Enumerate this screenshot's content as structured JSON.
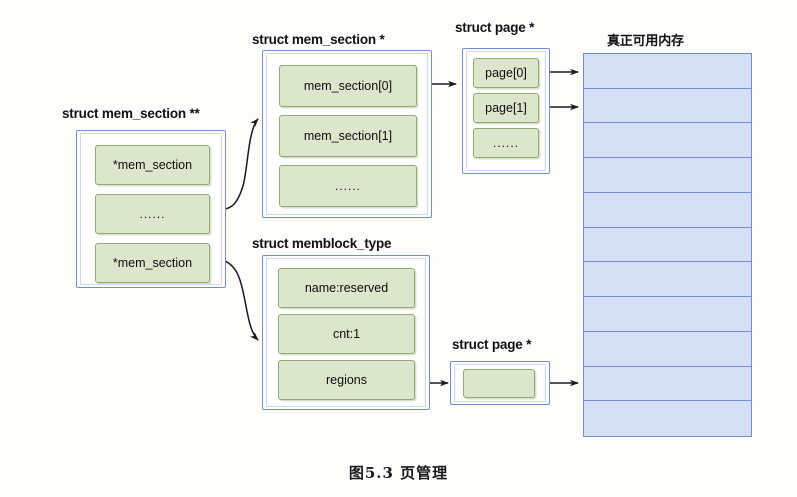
{
  "figure": {
    "caption": "图5.3    页管理",
    "caption_label": "图5.3",
    "caption_title": "页管理"
  },
  "groups": {
    "mem_section_pp": {
      "title": "struct mem_section **",
      "cells": [
        {
          "label": "*mem_section"
        },
        {
          "label": "......"
        },
        {
          "label": "*mem_section"
        }
      ]
    },
    "mem_section_p": {
      "title": "struct mem_section *",
      "cells": [
        {
          "label": "mem_section[0]"
        },
        {
          "label": "mem_section[1]"
        },
        {
          "label": "......"
        }
      ]
    },
    "page_p_top": {
      "title": "struct page *",
      "cells": [
        {
          "label": "page[0]"
        },
        {
          "label": "page[1]"
        },
        {
          "label": "......"
        }
      ]
    },
    "memblock_type": {
      "title": "struct memblock_type",
      "cells": [
        {
          "label": "name:reserved"
        },
        {
          "label": "cnt:1"
        },
        {
          "label": "regions"
        }
      ]
    },
    "page_p_bottom": {
      "title": "struct page *",
      "cells": [
        {
          "label": ""
        }
      ]
    },
    "memory": {
      "title": "真正可用内存",
      "row_count": 11,
      "rows": [
        "",
        "",
        "",
        "",
        "",
        "",
        "",
        "",
        "",
        "",
        ""
      ]
    }
  },
  "colors": {
    "cell_fill": "#dce6cd",
    "cell_border": "#93a874",
    "container_border": "#6f8fd0",
    "memory_fill": "#d6e0f5",
    "memory_border": "#6f8fd0",
    "arrow": "#1a1a1a",
    "page_bg": "#fdfdfc"
  }
}
